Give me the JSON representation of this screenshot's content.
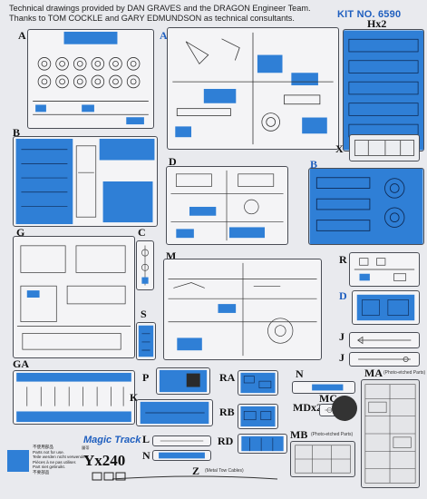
{
  "header": {
    "line1": "Technical drawings provided by DAN GRAVES and the DRAGON Engineer Team.",
    "line2": "Thanks to TOM COCKLE and GARY EDMUNDSON as technical consultants."
  },
  "kit_number": "KIT NO. 6590",
  "sprues": {
    "A": "A",
    "A2": "A",
    "Hx2": "Hx2",
    "B": "B",
    "X": "X",
    "D": "D",
    "B2": "B",
    "G": "G",
    "C": "C",
    "M": "M",
    "R": "R",
    "S": "S",
    "D2": "D",
    "J": "J",
    "J2": "J",
    "GA": "GA",
    "P": "P",
    "RA": "RA",
    "N": "N",
    "MA": "MA",
    "K": "K",
    "MDx2": "MDx2",
    "MC": "MC",
    "RB": "RB",
    "L": "L",
    "RD": "RD",
    "MB": "MB",
    "Z": "Z"
  },
  "notes": {
    "photo_etched_ma": "(Photo-etched Parts)",
    "photo_etched_mb": "(Photo-etched Parts)",
    "metal_tow_cables": "(Metal Tow Cables)",
    "not_for_use": "不使用部品\nParts not for use.\nTeile werden nicht verwendet.\nPièces à ne pas utiliser.\nPart niet gebruikt.\n不要部品"
  },
  "brand": {
    "logo": "Magic Track",
    "model": "Yx240",
    "sub": "履帯"
  },
  "colors": {
    "accent_blue": "#2f7fd6",
    "frame": "#4a4d55",
    "paper": "#e9eaee"
  }
}
